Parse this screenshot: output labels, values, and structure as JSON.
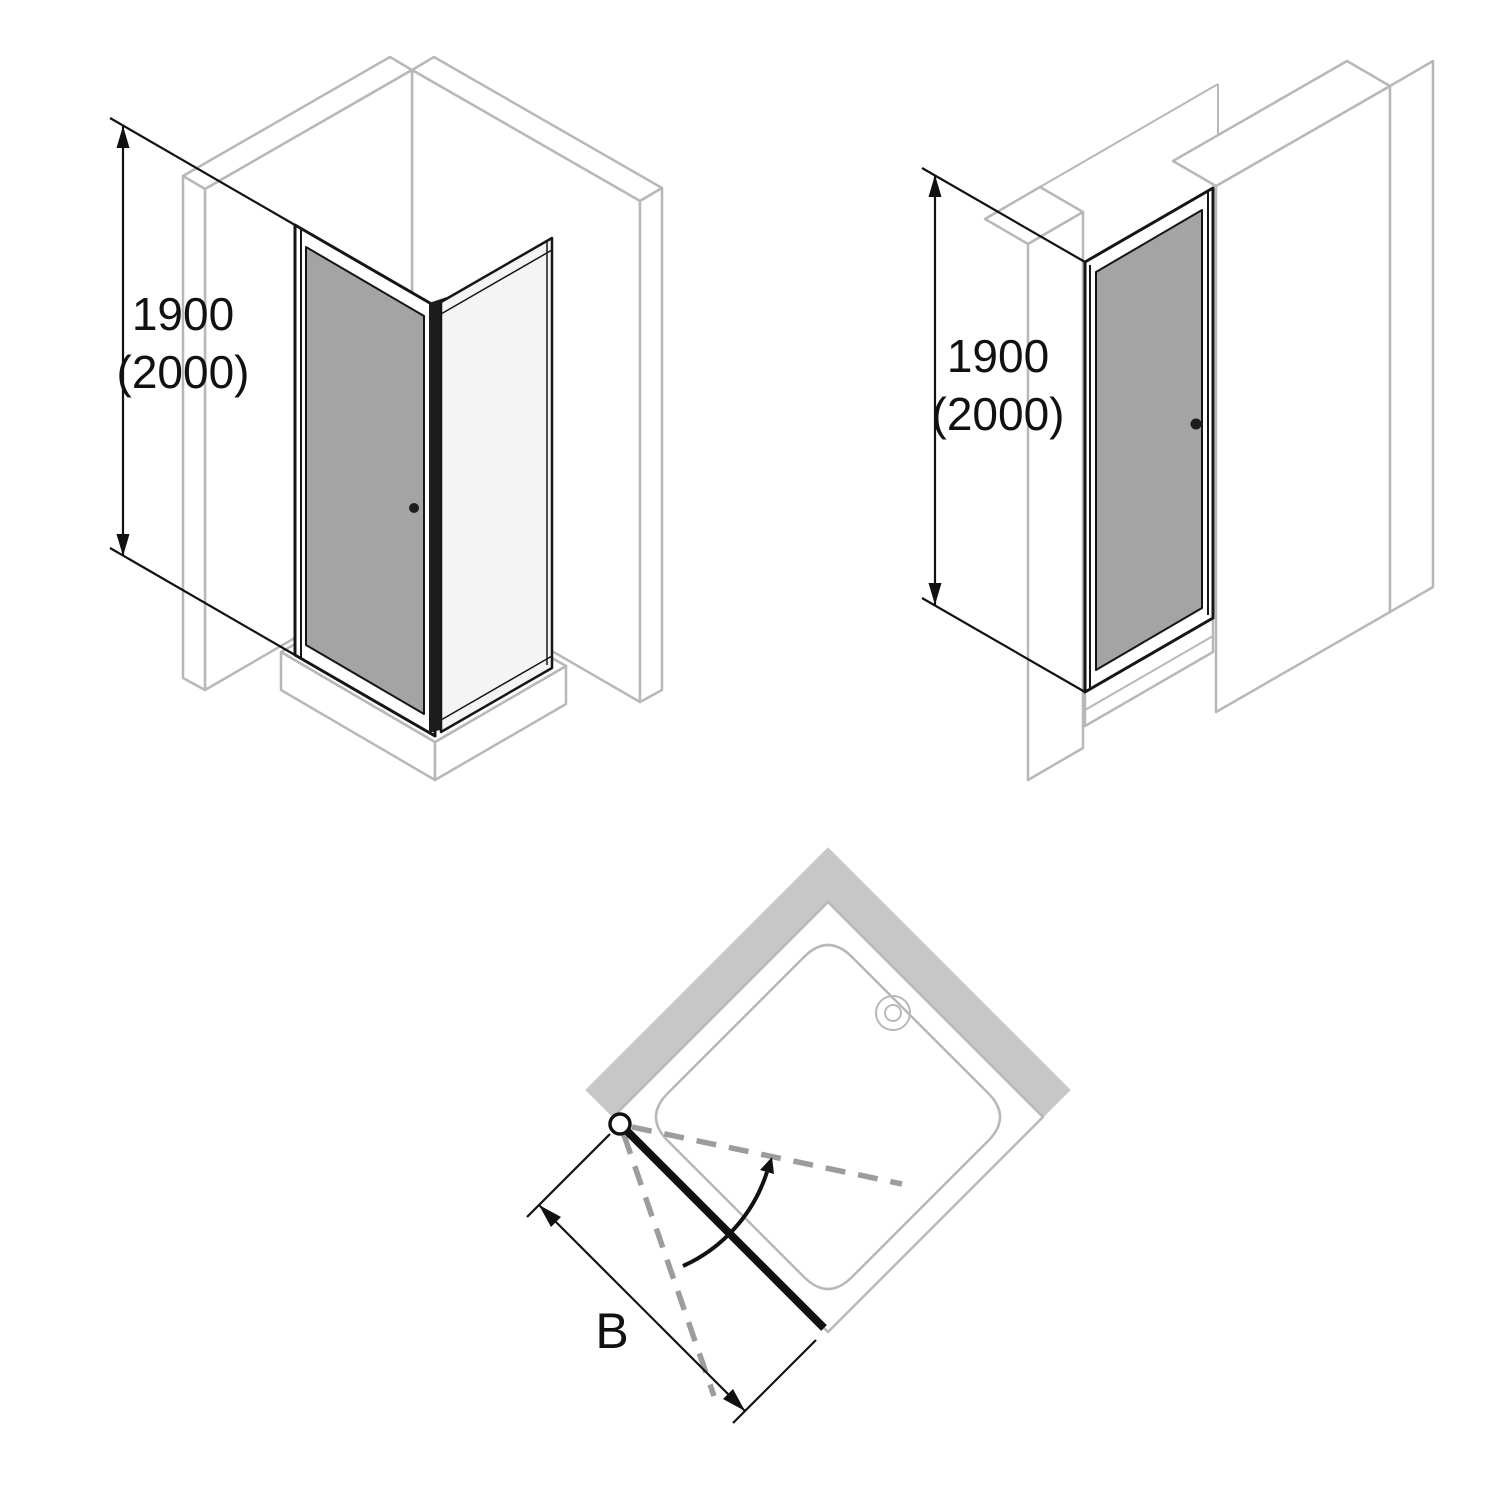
{
  "figures": {
    "corner_isometric": {
      "height_label_line1": "1900",
      "height_label_line2": "(2000)"
    },
    "niche_isometric": {
      "height_label_line1": "1900",
      "height_label_line2": "(2000)"
    },
    "plan_view": {
      "width_label": "B"
    }
  },
  "colors": {
    "outline_gray": "#b8b8b8",
    "wall_fill_gray": "#c7c7c7",
    "glass_gray": "#a4a4a4",
    "side_panel_glass": "#f4f4f4",
    "product_black": "#161616",
    "dashed_swing_gray": "#9c9c9c",
    "background": "#ffffff"
  }
}
